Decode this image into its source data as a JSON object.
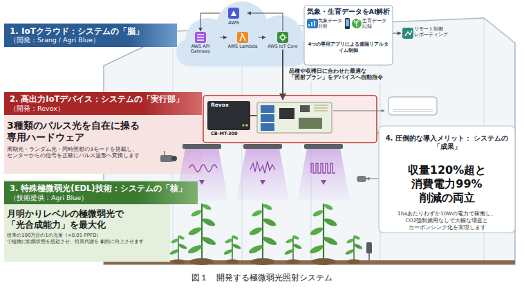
{
  "diagram": {
    "caption": "図１　開発する極微弱光照射システム",
    "nodes": [
      {
        "text": [
          "1. IoTクラウド：システムの「脳」",
          "（開発：Srang / Agri Blue）"
        ]
      },
      {
        "text": [
          "AWS"
        ]
      },
      {
        "text": [
          "AWS API Gateway"
        ]
      },
      {
        "text": [
          "AWS Lambda"
        ]
      },
      {
        "text": [
          "AWS IoT Core"
        ]
      },
      {
        "text": [
          "気象・生育データをAI解析",
          "4つの専用アプリによる遠隔リアルタイム制御"
        ]
      },
      {
        "text": [
          "気象データ 分析"
        ],
        "in": 5
      },
      {
        "text": [
          "生育データ 記録"
        ],
        "in": 5
      },
      {
        "text": [
          "リモート制御 レポーティング"
        ]
      },
      {
        "text": [
          "2. 高出力IoTデバイス：システムの「実行部」",
          "（開発：Revox）"
        ]
      },
      {
        "text": [
          "3種類のパルス光を自在に操る 専用ハードウェア",
          "周期光・ランダム光・同時照射の3モードを搭載し、 センターからの信号を正確にパルス波形へ変換します"
        ]
      },
      {
        "text": [
          "Revox",
          "CB-MT-300"
        ]
      },
      {
        "text": [
          "3. 特殊極微弱光(EDL)技術：システムの「核」",
          "（技術提供：Agri Blue）"
        ]
      },
      {
        "text": [
          "月明かりレベルの極微弱光で 「光合成能力」を最大化",
          "従来の100万分の1の光量（<0.01 PPFD） で植物に飢餓状態を想起させ、特異代謝を 劇的に向上させます"
        ]
      },
      {
        "text": [
          "4. 圧倒的な導入メリット： システムの「成果」",
          "収量120%超と 消費電力99%削減の両立",
          "1haあたりわずか10Wの電力で稼働し、 CO2強制施用なしで大幅な増産と カーボンシンク化を実現します"
        ]
      }
    ],
    "edges": [
      {
        "from": 1,
        "to": 2,
        "arrow": "to"
      },
      {
        "from": 2,
        "to": 3,
        "arrow": "to"
      },
      {
        "from": 3,
        "to": 4,
        "arrow": "to"
      },
      {
        "from": 4,
        "to": 1,
        "arrow": "to"
      },
      {
        "from": 5,
        "to": 8,
        "arrow": "to"
      },
      {
        "from": 4,
        "to": 11,
        "arrow": "to",
        "label": "品種や収穫日に合わせた最適な 「照射プラン」をデバイスへ自動指令"
      }
    ]
  }
}
